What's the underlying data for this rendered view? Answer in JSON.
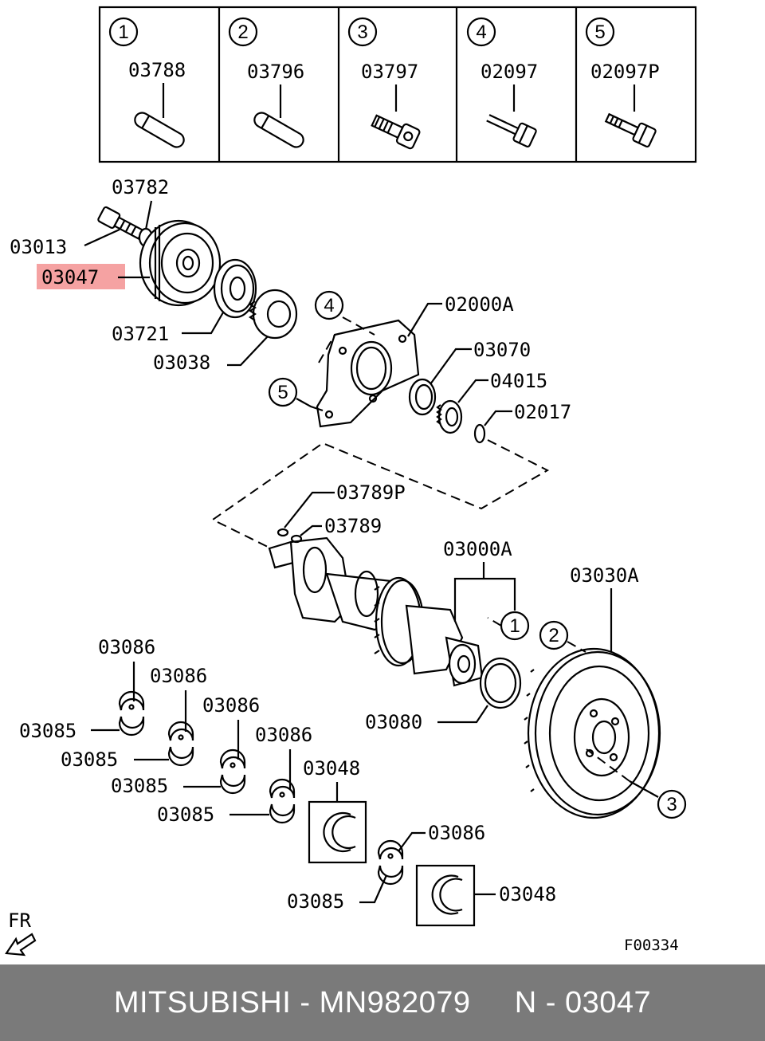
{
  "header_table": [
    {
      "index": "1",
      "part": "03788"
    },
    {
      "index": "2",
      "part": "03796"
    },
    {
      "index": "3",
      "part": "03797"
    },
    {
      "index": "4",
      "part": "02097"
    },
    {
      "index": "5",
      "part": "02097P"
    }
  ],
  "labels": {
    "p03782": "03782",
    "p03013": "03013",
    "p03047": "03047",
    "p03721": "03721",
    "p03038": "03038",
    "p02000A": "02000A",
    "p03070": "03070",
    "p04015": "04015",
    "p02017": "02017",
    "p03789P": "03789P",
    "p03789": "03789",
    "p03000A": "03000A",
    "p03030A": "03030A",
    "p03080": "03080",
    "p03086_1": "03086",
    "p03086_2": "03086",
    "p03086_3": "03086",
    "p03086_4": "03086",
    "p03086_5": "03086",
    "p03085_1": "03085",
    "p03085_2": "03085",
    "p03085_3": "03085",
    "p03085_4": "03085",
    "p03085_5": "03085",
    "p03048_1": "03048",
    "p03048_2": "03048"
  },
  "callouts": {
    "c4": "4",
    "c5": "5",
    "c1": "1",
    "c2": "2",
    "c3": "3"
  },
  "direction_label": "FR",
  "figure_code": "F00334",
  "highlight_color": "#f28b8b",
  "footer": {
    "text": "MITSUBISHI - MN982079     N - 03047"
  }
}
